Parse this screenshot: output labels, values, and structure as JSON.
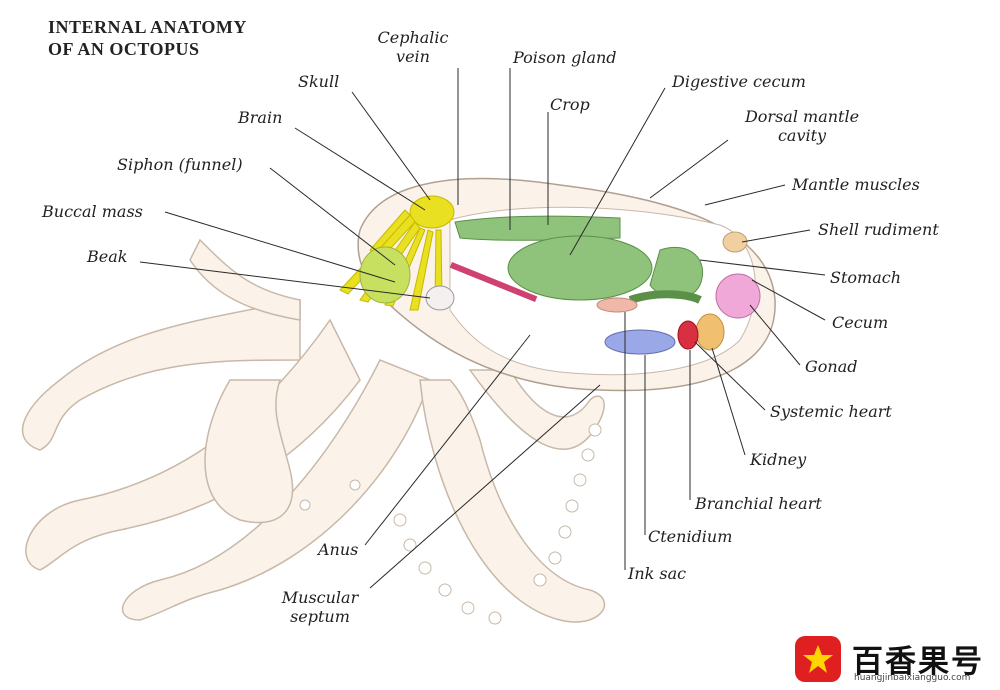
{
  "title": {
    "line1": "INTERNAL ANATOMY",
    "line2": "OF AN OCTOPUS"
  },
  "labels": {
    "cephalic_vein": "Cephalic\nvein",
    "poison_gland": "Poison gland",
    "digestive_cecum": "Digestive cecum",
    "skull": "Skull",
    "crop": "Crop",
    "dorsal_mantle_cavity": "Dorsal mantle\ncavity",
    "brain": "Brain",
    "siphon": "Siphon (funnel)",
    "mantle_muscles": "Mantle muscles",
    "buccal_mass": "Buccal mass",
    "shell_rudiment": "Shell rudiment",
    "beak": "Beak",
    "stomach": "Stomach",
    "cecum": "Cecum",
    "gonad": "Gonad",
    "systemic_heart": "Systemic heart",
    "kidney": "Kidney",
    "branchial_heart": "Branchial heart",
    "ctenidium": "Ctenidium",
    "anus": "Anus",
    "ink_sac": "Ink sac",
    "muscular_septum": "Muscular\nseptum"
  },
  "watermark": {
    "text": "百香果号",
    "url": "huangjinbaixiangguo.com"
  },
  "colors": {
    "nervous": "#e8e020",
    "digestive": "#8fc27a",
    "gonad": "#f0a8d8",
    "kidney": "#f0c070",
    "heart": "#d83040",
    "ctenidium": "#9aa8e8",
    "body": "#fbf3ea",
    "outline": "#c8b8a8",
    "poison_gland": "#d04070"
  }
}
